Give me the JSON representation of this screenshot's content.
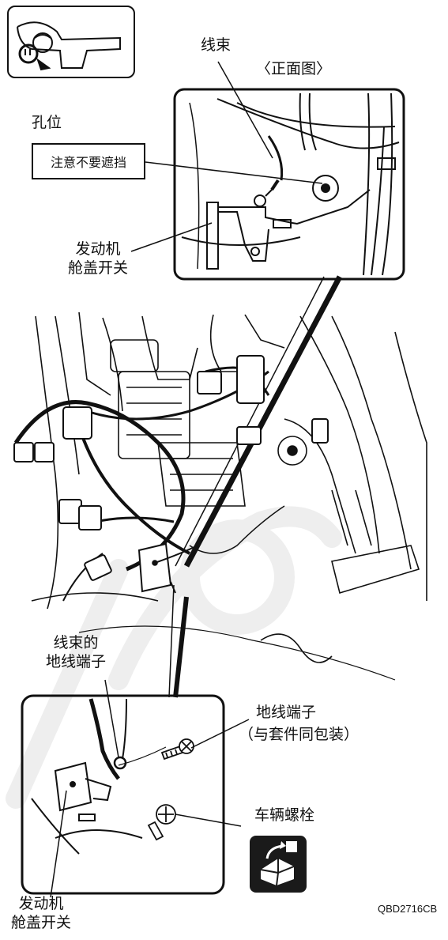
{
  "labels": {
    "harness_top": "线束",
    "front_view": "〈正面图〉",
    "hole_position": "孔位",
    "do_not_cover": "注意不要遮挡",
    "hood_switch_top_line1": "发动机",
    "hood_switch_top_line2": "舱盖开关",
    "harness_ground_line1": "线束的",
    "harness_ground_line2": "地线端子",
    "ground_terminal": "地线端子",
    "packed_with_kit": "（与套件同包装）",
    "vehicle_bolt": "车辆螺栓",
    "hood_switch_bottom_line1": "发动机",
    "hood_switch_bottom_line2": "舱盖开关",
    "figure_code": "QBD2716CB"
  },
  "icons": {
    "locator": "dashboard-locator-icon",
    "torque": "torque-tool-icon"
  },
  "colors": {
    "line": "#111111",
    "watermark": "#d8d8d8",
    "tool_icon_bg": "#1a1a1a"
  }
}
